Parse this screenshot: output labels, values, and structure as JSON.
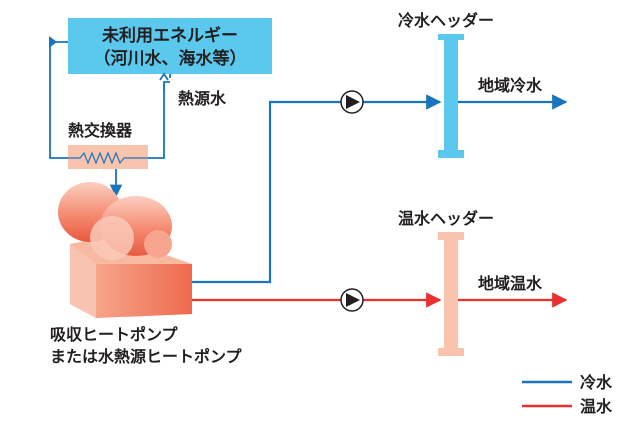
{
  "source": {
    "line1": "未利用エネルギー",
    "line2": "（河川水、海水等）",
    "fill": "#5bc8ee"
  },
  "heat_source_water_label": "熱源水",
  "heat_exchanger": {
    "label": "熱交換器",
    "fill": "#f8c4ad"
  },
  "heat_pump": {
    "line1": "吸収ヒートポンプ",
    "line2": "または水熱源ヒートポンプ",
    "fill": "#f27a5e"
  },
  "chilled_header": {
    "label": "冷水ヘッダー",
    "output_label": "地域冷水",
    "fill": "#5bc8ee"
  },
  "hot_header": {
    "label": "温水ヘッダー",
    "output_label": "地域温水",
    "fill": "#f8c4ad"
  },
  "pump_icon": "pump-triangle-icon",
  "legend": {
    "items": [
      {
        "label": "冷水",
        "color": "#1b75bc"
      },
      {
        "label": "温水",
        "color": "#e8312f"
      }
    ]
  },
  "colors": {
    "chilled_line": "#1b75bc",
    "hot_line": "#e8312f",
    "loop_line": "#1b75bc"
  }
}
